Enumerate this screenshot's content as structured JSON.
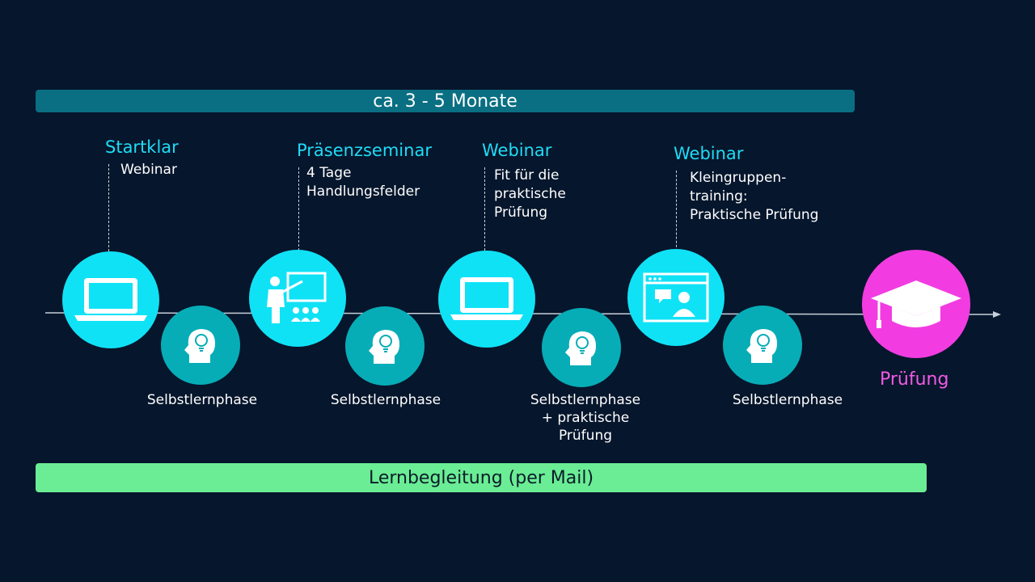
{
  "duration_label": "ca. 3 - 5 Monate",
  "support_label": "Lernbegleitung (per Mail)",
  "milestones": [
    {
      "title": "Startklar",
      "lines": [
        "Webinar"
      ],
      "icon": "laptop-icon"
    },
    {
      "title": "Präsenzseminar",
      "lines": [
        "4 Tage",
        "Handlungsfelder"
      ],
      "icon": "teacher-class-icon"
    },
    {
      "title": "Webinar",
      "lines": [
        "Fit für die",
        "praktische",
        "Prüfung"
      ],
      "icon": "laptop-icon"
    },
    {
      "title": "Webinar",
      "lines": [
        "Kleingruppen-",
        "training:",
        "Praktische Prüfung"
      ],
      "icon": "video-call-icon"
    }
  ],
  "phases": [
    {
      "lines": [
        "Selbstlernphase"
      ],
      "icon": "head-lightbulb-icon"
    },
    {
      "lines": [
        "Selbstlernphase"
      ],
      "icon": "head-lightbulb-icon"
    },
    {
      "lines": [
        "Selbstlernphase",
        "+ praktische",
        "Prüfung"
      ],
      "icon": "head-lightbulb-icon"
    },
    {
      "lines": [
        "Selbstlernphase"
      ],
      "icon": "head-lightbulb-icon"
    }
  ],
  "exam": {
    "label": "Prüfung",
    "icon": "graduation-cap-icon"
  },
  "colors": {
    "background": "#06162c",
    "duration_bar": "#0a6f82",
    "support_bar": "#6aed94",
    "milestone_circle": "#10e2f6",
    "phase_circle": "#06adb7",
    "exam_circle": "#f23ce1",
    "title_text": "#1fdcf6",
    "exam_text": "#f05ae3"
  }
}
